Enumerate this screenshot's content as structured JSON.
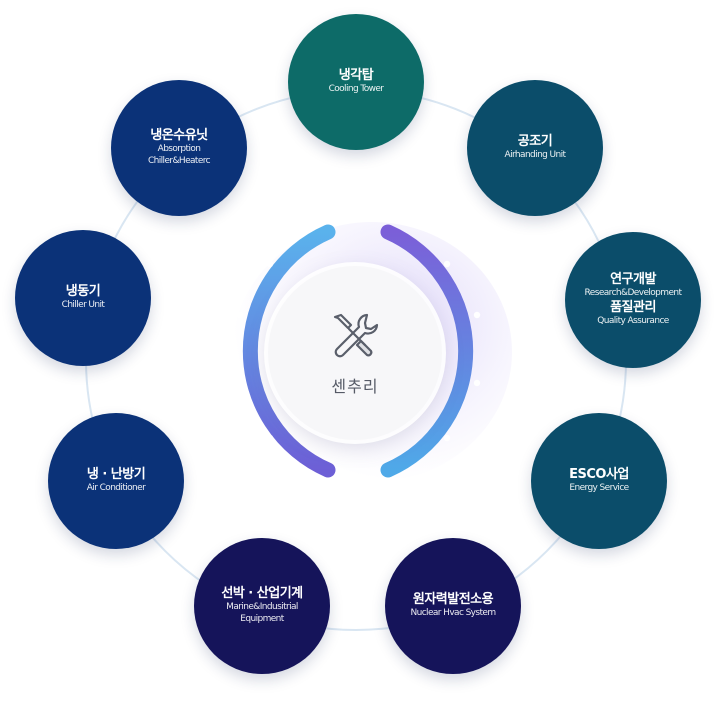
{
  "center": {
    "label": "센추리",
    "icon": "wrench-screwdriver-icon"
  },
  "nodes": [
    {
      "id": "cooling-tower",
      "ko": "냉각탑",
      "en": [
        "Cooling Tower"
      ],
      "color": "#0d6b68"
    },
    {
      "id": "air-handling-unit",
      "ko": "공조기",
      "en": [
        "Airhanding Unit"
      ],
      "color": "#0b4d6a"
    },
    {
      "id": "rnd-qa",
      "ko": "연구개발",
      "en": [
        "Research&Development"
      ],
      "ko2": "품질관리",
      "en2": [
        "Quality Assurance"
      ],
      "color": "#0b4d6a"
    },
    {
      "id": "esco",
      "ko": "ESCO사업",
      "en": [
        "Energy Service"
      ],
      "color": "#0b4d6a"
    },
    {
      "id": "nuclear",
      "ko": "원자력발전소용",
      "en": [
        "Nuclear Hvac System"
      ],
      "color": "#15145a"
    },
    {
      "id": "marine-industrial",
      "ko": "선박 · 산업기계",
      "en": [
        "Marine&Indusitrial",
        "Equipment"
      ],
      "color": "#15145a"
    },
    {
      "id": "air-conditioner",
      "ko": "냉 · 난방기",
      "en": [
        "Air Conditioner"
      ],
      "color": "#0b3278"
    },
    {
      "id": "chiller",
      "ko": "냉동기",
      "en": [
        "Chiller Unit"
      ],
      "color": "#0b3278"
    },
    {
      "id": "absorption",
      "ko": "냉온수유닛",
      "en": [
        "Absorption",
        "Chiller&Heaterc"
      ],
      "color": "#0b3278"
    }
  ]
}
